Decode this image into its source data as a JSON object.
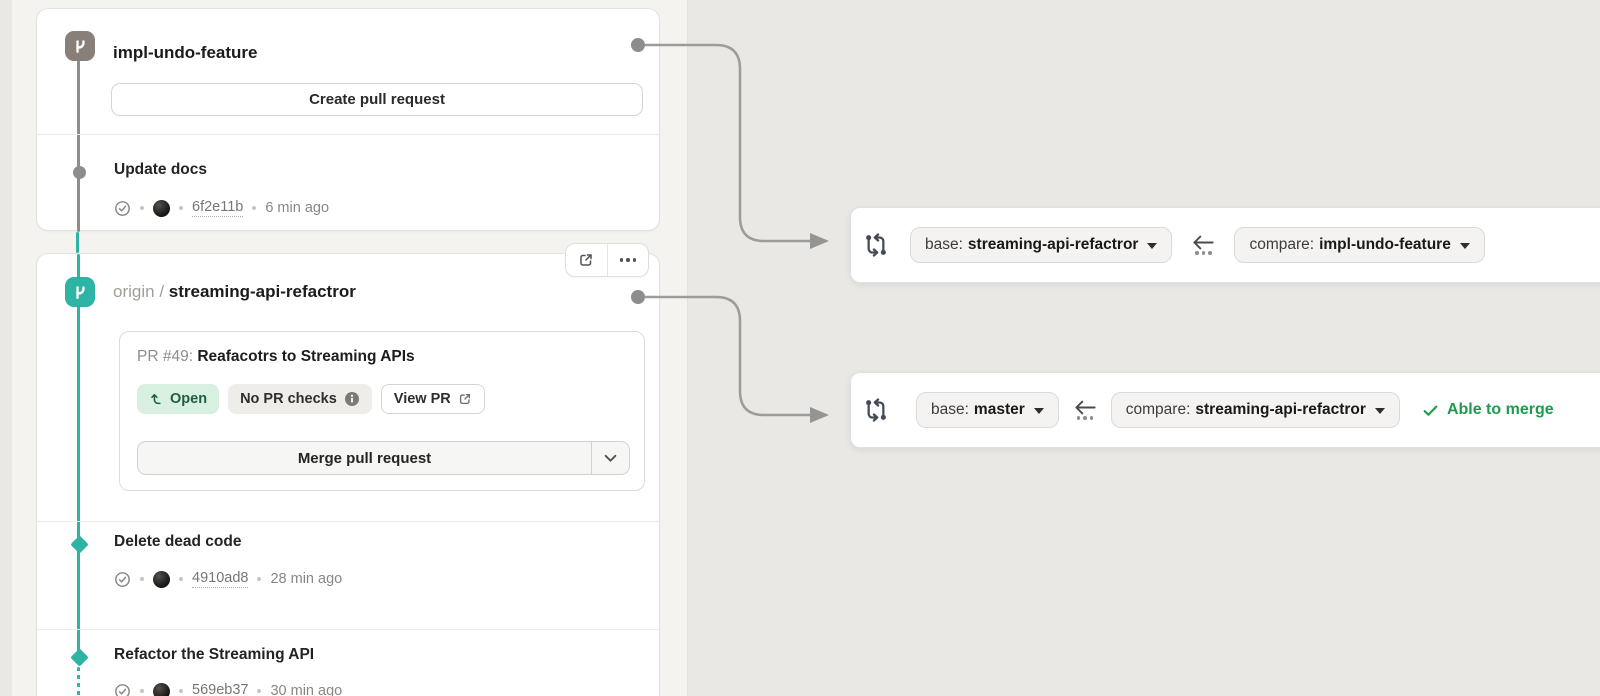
{
  "colors": {
    "accent_teal": "#2eb4a4",
    "icon_gray": "#877f78",
    "status_green": "#1f9b4e",
    "open_badge_bg": "#d7f0df",
    "canvas_bg": "#e9e8e5"
  },
  "branch_cards": [
    {
      "name": "impl-undo-feature",
      "action_label": "Create pull request",
      "commits": [
        {
          "title": "Update docs",
          "hash": "6f2e11b",
          "time": "6 min ago"
        }
      ]
    },
    {
      "remote": "origin",
      "separator": "/",
      "name": "streaming-api-refactror",
      "pr": {
        "label": "PR #49:",
        "title": "Reafacotrs to Streaming APIs",
        "status_badge": "Open",
        "checks_badge": "No PR checks",
        "view_label": "View PR",
        "merge_label": "Merge pull request"
      },
      "commits": [
        {
          "title": "Delete dead code",
          "hash": "4910ad8",
          "time": "28 min ago"
        },
        {
          "title": "Refactor the Streaming API",
          "hash": "569eb37",
          "time": "30 min ago"
        }
      ]
    }
  ],
  "compare_bars": [
    {
      "base_label": "base:",
      "base_branch": "streaming-api-refactror",
      "compare_label": "compare:",
      "compare_branch": "impl-undo-feature",
      "merge_status": ""
    },
    {
      "base_label": "base:",
      "base_branch": "master",
      "compare_label": "compare:",
      "compare_branch": "streaming-api-refactror",
      "merge_status": "Able to merge"
    }
  ]
}
